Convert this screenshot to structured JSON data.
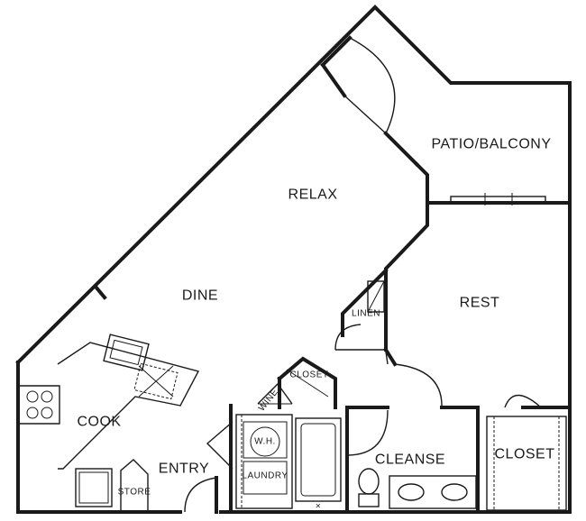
{
  "rooms": {
    "patio": "PATIO/BALCONY",
    "relax": "RELAX",
    "dine": "DINE",
    "rest": "REST",
    "cook": "COOK",
    "cleanse": "CLEANSE",
    "closet_bed": "CLOSET",
    "closet_hall": "CLOSET",
    "linen": "LINEN",
    "wine": "WINE",
    "wh": "W.H.",
    "laundry": "LAUNDRY",
    "entry": "ENTRY",
    "store": "STORE"
  }
}
